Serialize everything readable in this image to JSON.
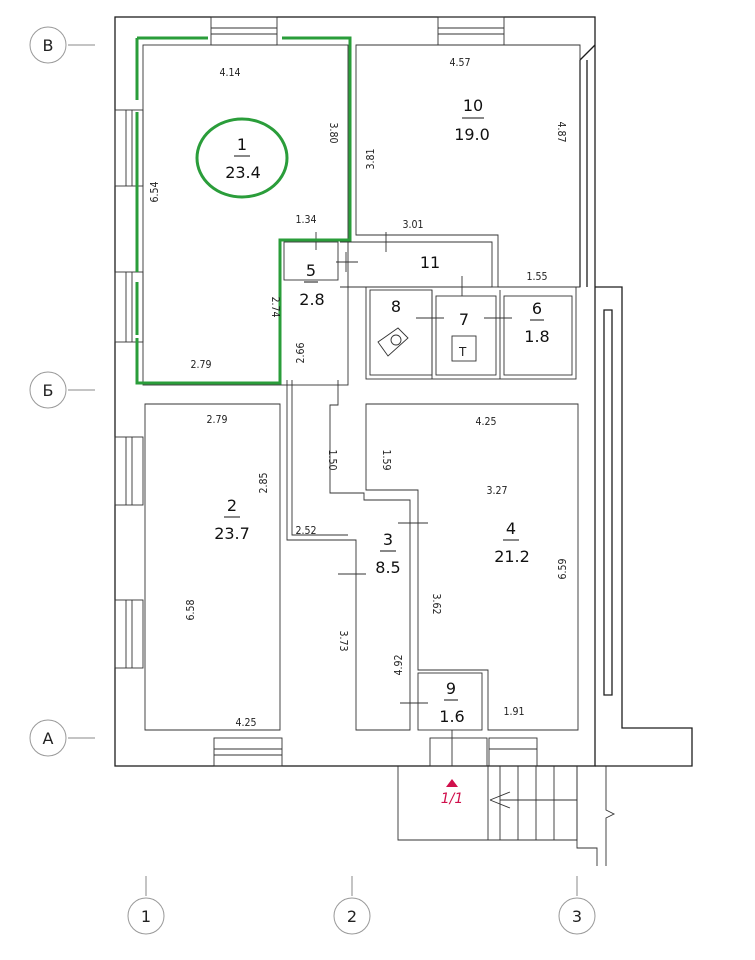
{
  "grid": {
    "rows": [
      "В",
      "Б",
      "А"
    ],
    "cols": [
      "1",
      "2",
      "3"
    ]
  },
  "rooms": [
    {
      "num": "1",
      "area": "23.4"
    },
    {
      "num": "2",
      "area": "23.7"
    },
    {
      "num": "3",
      "area": "8.5"
    },
    {
      "num": "4",
      "area": "21.2"
    },
    {
      "num": "5",
      "area": "2.8"
    },
    {
      "num": "6",
      "area": "1.8"
    },
    {
      "num": "7",
      "area": ""
    },
    {
      "num": "8",
      "area": ""
    },
    {
      "num": "9",
      "area": "1.6"
    },
    {
      "num": "10",
      "area": "19.0"
    },
    {
      "num": "11",
      "area": ""
    }
  ],
  "dims": [
    "4.14",
    "3.80",
    "6.54",
    "2.79",
    "4.57",
    "4.87",
    "3.81",
    "1.34",
    "3.01",
    "2.74",
    "1.55",
    "2.66",
    "2.79",
    "2.85",
    "4.25",
    "1.50",
    "1.59",
    "3.27",
    "2.52",
    "6.58",
    "3.73",
    "3.62",
    "6.59",
    "4.92",
    "1.91",
    "4.25"
  ],
  "section_mark": "1/1",
  "colors": {
    "highlight": "#2a9d3a",
    "mark": "#d0104c"
  }
}
